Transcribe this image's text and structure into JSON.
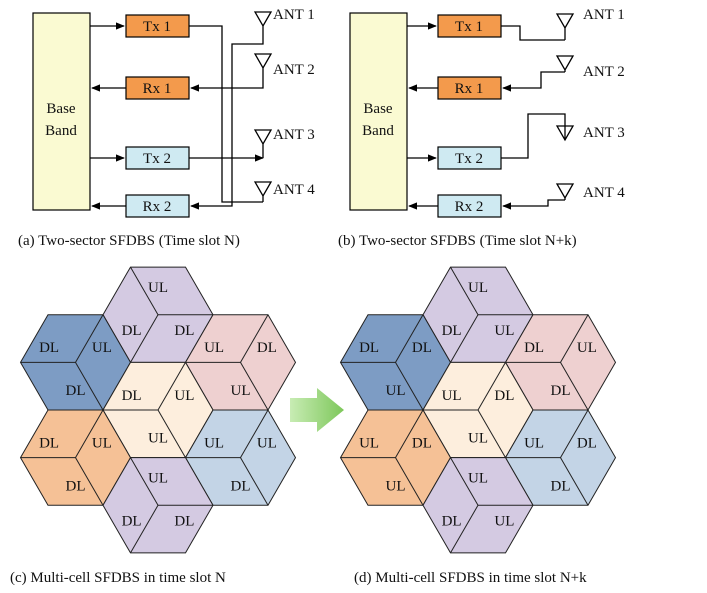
{
  "panel_a": {
    "baseband": [
      "Base",
      "Band"
    ],
    "tx1": "Tx 1",
    "rx1": "Rx 1",
    "tx2": "Tx 2",
    "rx2": "Rx 2",
    "ant1": "ANT 1",
    "ant2": "ANT 2",
    "ant3": "ANT 3",
    "ant4": "ANT 4",
    "caption": "(a) Two-sector SFDBS (Time slot N)"
  },
  "panel_b": {
    "baseband": [
      "Base",
      "Band"
    ],
    "tx1": "Tx 1",
    "rx1": "Rx 1",
    "tx2": "Tx 2",
    "rx2": "Rx 2",
    "ant1": "ANT 1",
    "ant2": "ANT 2",
    "ant3": "ANT 3",
    "ant4": "ANT 4",
    "caption": "(b) Two-sector SFDBS (Time slot N+k)"
  },
  "panel_c": {
    "caption": "(c) Multi-cell SFDBS in time slot N",
    "cells": [
      {
        "name": "top",
        "sectors": [
          "UL",
          "DL",
          "DL"
        ]
      },
      {
        "name": "upper-left",
        "sectors": [
          "DL",
          "UL",
          "DL"
        ]
      },
      {
        "name": "upper-right",
        "sectors": [
          "UL",
          "DL",
          "UL"
        ]
      },
      {
        "name": "center",
        "sectors": [
          "DL",
          "UL",
          "UL"
        ]
      },
      {
        "name": "lower-left",
        "sectors": [
          "DL",
          "UL",
          "DL"
        ]
      },
      {
        "name": "lower-right",
        "sectors": [
          "UL",
          "UL",
          "DL"
        ]
      },
      {
        "name": "bottom",
        "sectors": [
          "UL",
          "DL",
          "DL"
        ]
      }
    ]
  },
  "panel_d": {
    "caption": "(d) Multi-cell SFDBS in time slot N+k",
    "cells": [
      {
        "name": "top",
        "sectors": [
          "UL",
          "DL",
          "UL"
        ]
      },
      {
        "name": "upper-left",
        "sectors": [
          "DL",
          "DL",
          "UL"
        ]
      },
      {
        "name": "upper-right",
        "sectors": [
          "DL",
          "UL",
          "DL"
        ]
      },
      {
        "name": "center",
        "sectors": [
          "UL",
          "DL",
          "UL"
        ]
      },
      {
        "name": "lower-left",
        "sectors": [
          "UL",
          "DL",
          "UL"
        ]
      },
      {
        "name": "lower-right",
        "sectors": [
          "UL",
          "DL",
          "DL"
        ]
      },
      {
        "name": "bottom",
        "sectors": [
          "UL",
          "DL",
          "UL"
        ]
      }
    ]
  },
  "colors": {
    "baseband_fill": "#fafad2",
    "rx_fill": "#f39a4c",
    "tx2_fill": "#cfeaf2",
    "arrow": "#8fce6a",
    "cells": {
      "top": "#d4cae2",
      "upper-left": "#7d9cc4",
      "upper-right": "#eed0d0",
      "center": "#fdeedd",
      "lower-left": "#f5c196",
      "lower-right": "#c3d4e6",
      "bottom": "#d4cae2"
    }
  }
}
